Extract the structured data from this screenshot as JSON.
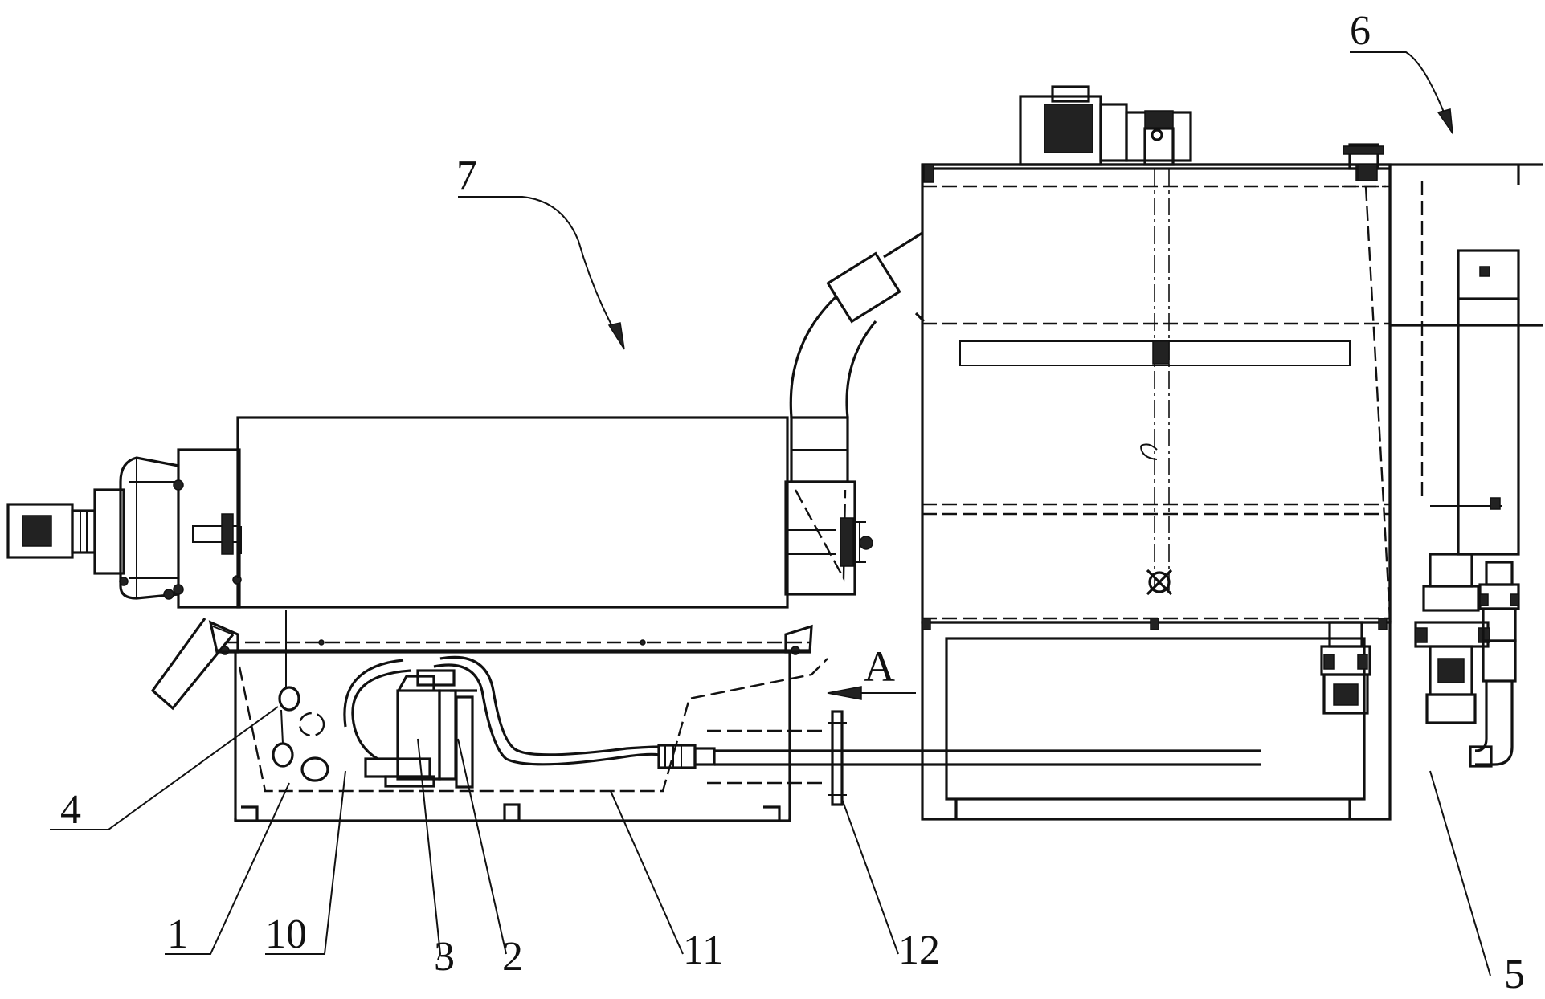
{
  "labels": {
    "l1": "1",
    "l2": "2",
    "l3": "3",
    "l4": "4",
    "l5": "5",
    "l6": "6",
    "l7": "7",
    "l10": "10",
    "l11": "11",
    "l12": "12",
    "view_a": "A"
  },
  "colors": {
    "line": "#111111",
    "background": "#ffffff"
  }
}
